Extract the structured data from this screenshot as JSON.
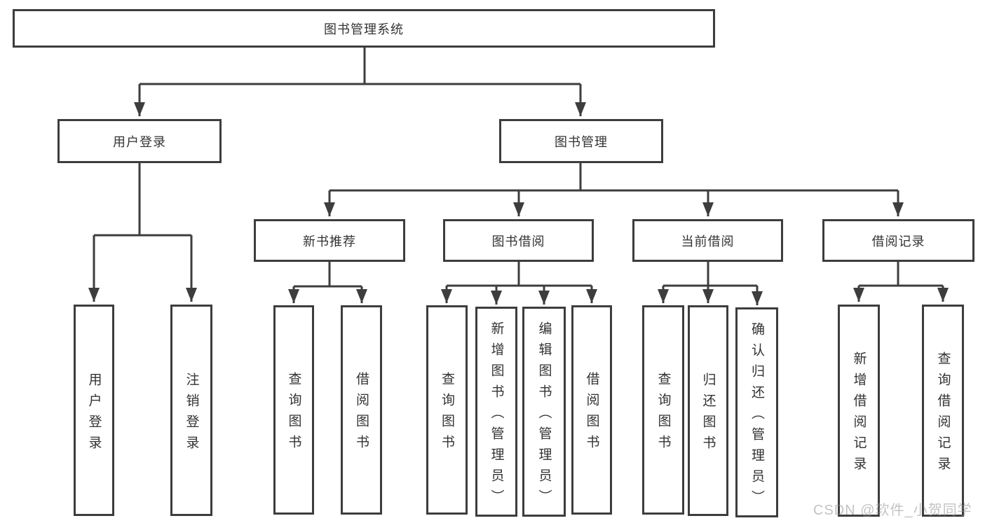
{
  "tree": {
    "root": {
      "label": "图书管理系统"
    },
    "login": {
      "label": "用户登录",
      "children": [
        "用户登录",
        "注销登录"
      ]
    },
    "management": {
      "label": "图书管理",
      "groups": [
        {
          "label": "新书推荐",
          "children": [
            "查询图书",
            "借阅图书"
          ]
        },
        {
          "label": "图书借阅",
          "children": [
            "查询图书",
            "新增图书（管理员）",
            "编辑图书（管理员）",
            "借阅图书"
          ]
        },
        {
          "label": "当前借阅",
          "children": [
            "查询图书",
            "归还图书",
            "确认归还（管理员）"
          ]
        },
        {
          "label": "借阅记录",
          "children": [
            "新增借阅记录",
            "查询借阅记录"
          ]
        }
      ]
    }
  },
  "watermark": "CSDN @软件_小贺同学",
  "colors": {
    "line": "#3d3d3d",
    "box_border": "#3d3d3d",
    "text": "#333333",
    "background": "#ffffff",
    "watermark_gray": "#919191"
  }
}
